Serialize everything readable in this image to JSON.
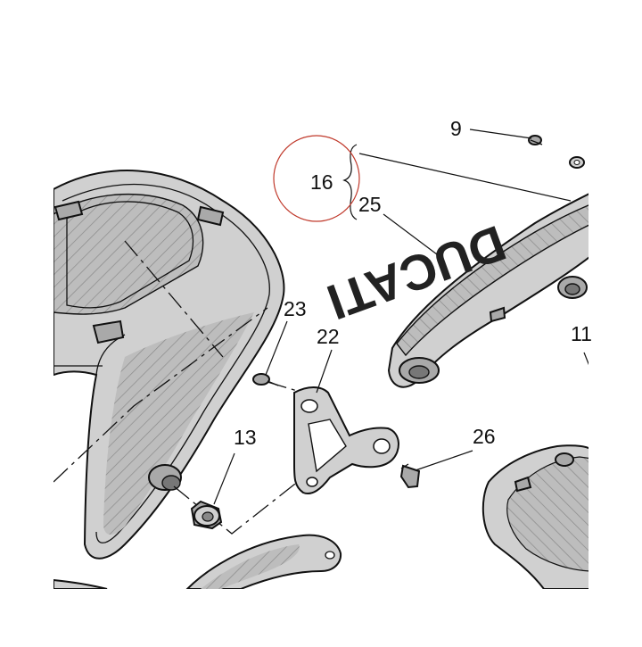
{
  "callouts": {
    "c9": "9",
    "c16": "16",
    "c25": "25",
    "c23": "23",
    "c22": "22",
    "c11": "11",
    "c13": "13",
    "c26": "26"
  },
  "brand_text": "DUCATI",
  "colors": {
    "part_fill": "#d0d0d0",
    "line": "#111111",
    "highlight_circle": "#c0392b"
  }
}
